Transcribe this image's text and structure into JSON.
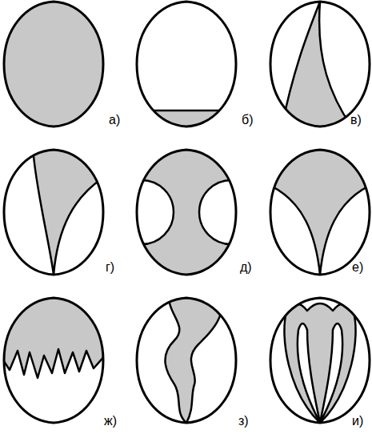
{
  "diagram": {
    "labels": [
      "а)",
      "б)",
      "в)",
      "г)",
      "д)",
      "е)",
      "ж)",
      "з)",
      "и)"
    ]
  }
}
